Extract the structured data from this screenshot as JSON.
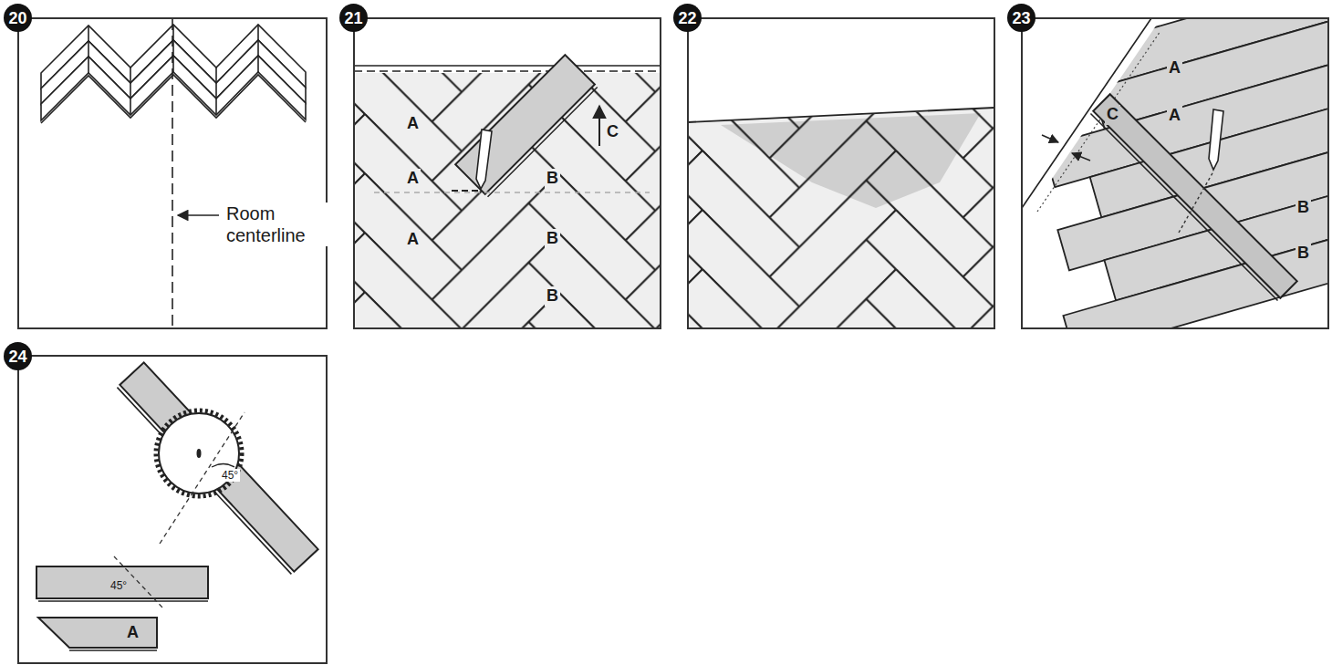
{
  "diagram": {
    "nodes": [
      {
        "text": [
          "20"
        ]
      },
      {
        "text": [
          "21"
        ]
      },
      {
        "text": [
          "22"
        ]
      },
      {
        "text": [
          "23"
        ]
      },
      {
        "text": [
          "24"
        ]
      }
    ],
    "labels": [
      "Room centerline",
      "A",
      "A",
      "A",
      "B",
      "B",
      "B",
      "C",
      "A",
      "A",
      "C",
      "B",
      "B",
      "45°",
      "45°",
      "A"
    ]
  }
}
